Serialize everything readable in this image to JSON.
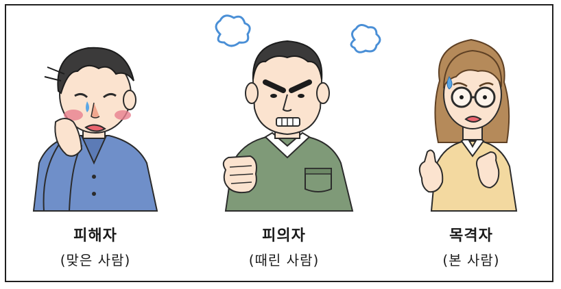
{
  "panels": [
    {
      "role": "피해자",
      "description": "(맞은 사람)"
    },
    {
      "role": "피의자",
      "description": "(때린 사람)"
    },
    {
      "role": "목격자",
      "description": "(본 사람)"
    }
  ],
  "colors": {
    "border": "#1f1f1f",
    "victim_shirt": "#6f8fc9",
    "suspect_shirt": "#7f9a78",
    "witness_shirt": "#f3d9a0",
    "skin": "#fbe3cf",
    "hair_dark": "#3b3a3a",
    "hair_brown": "#b58a5a",
    "anger_puff": "#4a8fd6"
  }
}
